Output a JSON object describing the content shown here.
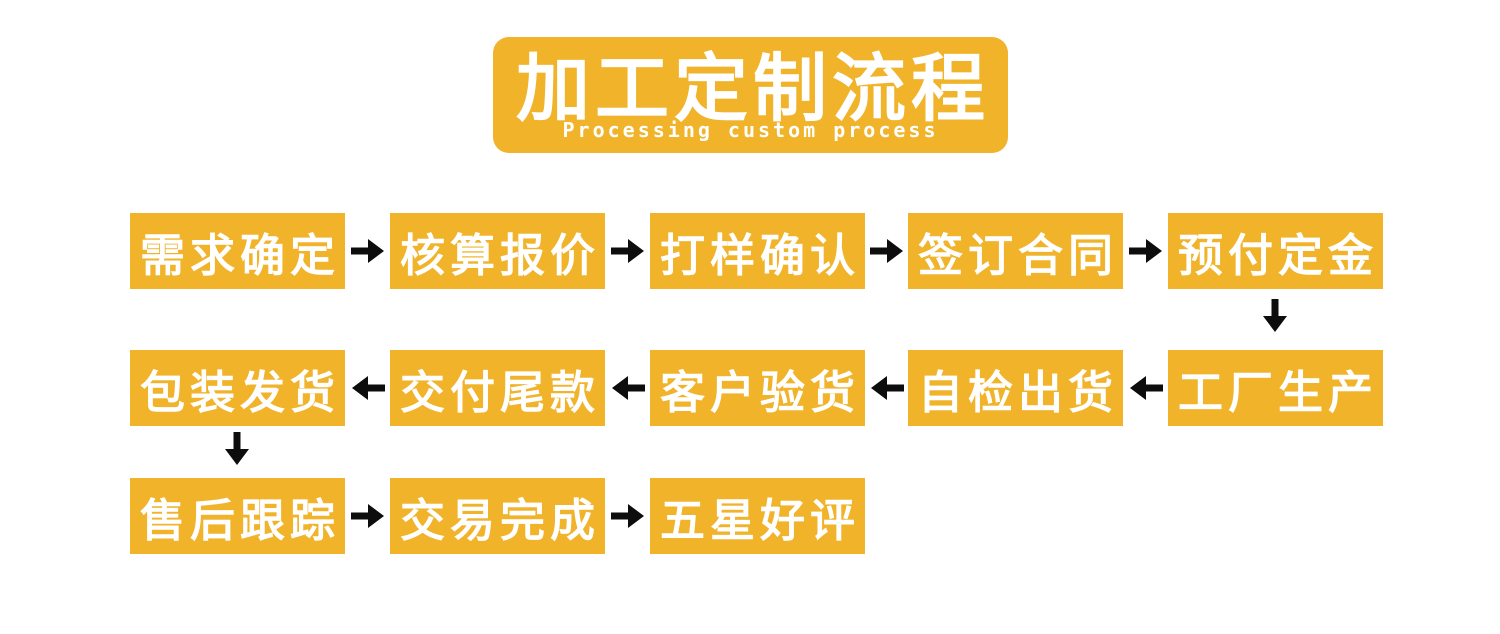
{
  "title": {
    "zh": "加工定制流程",
    "en": "Processing custom process"
  },
  "rows": [
    {
      "direction": "right",
      "steps": [
        "需求确定",
        "核算报价",
        "打样确认",
        "签订合同",
        "预付定金"
      ]
    },
    {
      "direction": "left",
      "steps": [
        "包装发货",
        "交付尾款",
        "客户验货",
        "自检出货",
        "工厂生产"
      ]
    },
    {
      "direction": "right",
      "steps": [
        "售后跟踪",
        "交易完成",
        "五星好评"
      ]
    }
  ],
  "flow_order": [
    "需求确定",
    "核算报价",
    "打样确认",
    "签订合同",
    "预付定金",
    "工厂生产",
    "自检出货",
    "客户验货",
    "交付尾款",
    "包装发货",
    "售后跟踪",
    "交易完成",
    "五星好评"
  ],
  "colors": {
    "accent": "#f0b32a",
    "arrow": "#0d0d0d",
    "text_on_accent": "#ffffff",
    "background": "#ffffff"
  }
}
